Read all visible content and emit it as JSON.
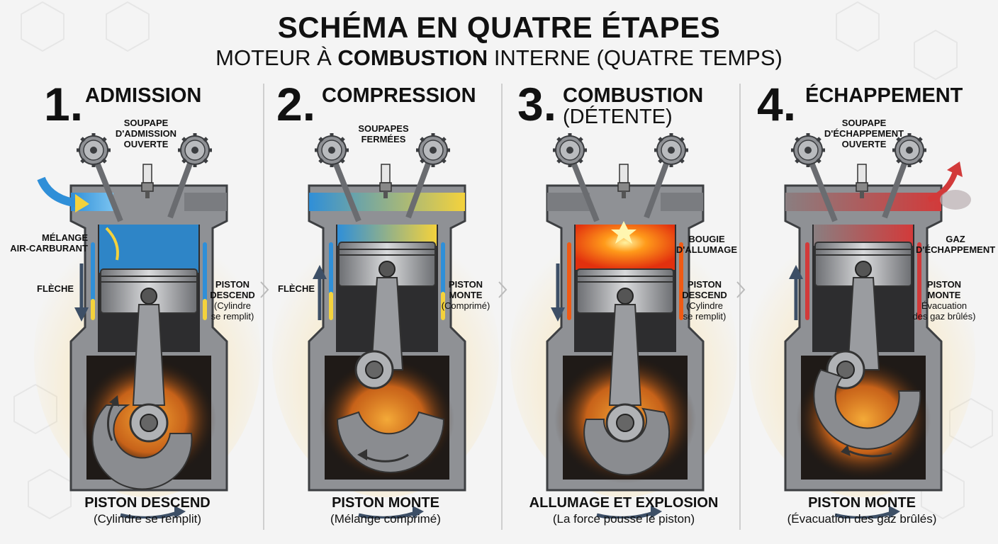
{
  "header": {
    "title": "SCHÉMA EN QUATRE ÉTAPES",
    "subtitle_pre": "MOTEUR À ",
    "subtitle_bold": "COMBUSTION",
    "subtitle_post": " INTERNE (QUATRE TEMPS)"
  },
  "colors": {
    "intake": "#2f8fd8",
    "compression": "#f4d23c",
    "combustion": "#f05a14",
    "exhaust": "#d23a3a",
    "glow": "#ff8a1e",
    "metal": "#9ea0a3",
    "dark_metal": "#4a4c50"
  },
  "steps": [
    {
      "number": "1.",
      "title": "ADMISSION",
      "title2": "",
      "valve_label_l1": "SOUPAPE",
      "valve_label_l2": "D'ADMISSION",
      "valve_label_l3": "OUVERTE",
      "side_label_l1": "MÉLANGE",
      "side_label_l2": "AIR-CARBURANT",
      "arrow_label": "FLÈCHE",
      "piston_l1": "PISTON",
      "piston_l2": "DESCEND",
      "piston_n1": "(Cylindre",
      "piston_n2": "se remplit)",
      "caption_bold": "PISTON DESCEND",
      "caption_sub": "(Cylindre se remplit)"
    },
    {
      "number": "2.",
      "title": "COMPRESSION",
      "title2": "",
      "valve_label_l1": "SOUPAPES",
      "valve_label_l2": "FERMÉES",
      "arrow_label": "FLÈCHE",
      "piston_l1": "PISTON",
      "piston_l2": "MONTE",
      "piston_n1": "(Comprimé)",
      "caption_bold": "PISTON MONTE",
      "caption_sub": "(Mélange comprimé)"
    },
    {
      "number": "3.",
      "title": "COMBUSTION",
      "title2": "(DÉTENTE)",
      "side_label_l1": "BOUGIE",
      "side_label_l2": "D'ALLUMAGE",
      "piston_l1": "PISTON",
      "piston_l2": "DESCEND",
      "piston_n1": "(Cylindre",
      "piston_n2": "se remplit)",
      "caption_bold": "ALLUMAGE ET EXPLOSION",
      "caption_sub": "(La force pousse le piston)"
    },
    {
      "number": "4.",
      "title": "ÉCHAPPEMENT",
      "title2": "",
      "valve_label_l1": "SOUPAPE",
      "valve_label_l2": "D'ÉCHAPPEMENT",
      "valve_label_l3": "OUVERTE",
      "side_label_l1": "GAZ",
      "side_label_l2": "D'ÉCHAPPEMENT",
      "piston_l1": "PISTON",
      "piston_l2": "MONTE",
      "piston_n1": "Évacuation",
      "piston_n2": "des gaz brûlés)",
      "caption_bold": "PISTON MONTE",
      "caption_sub": "(Évacuation des gaz brûlés)"
    }
  ]
}
